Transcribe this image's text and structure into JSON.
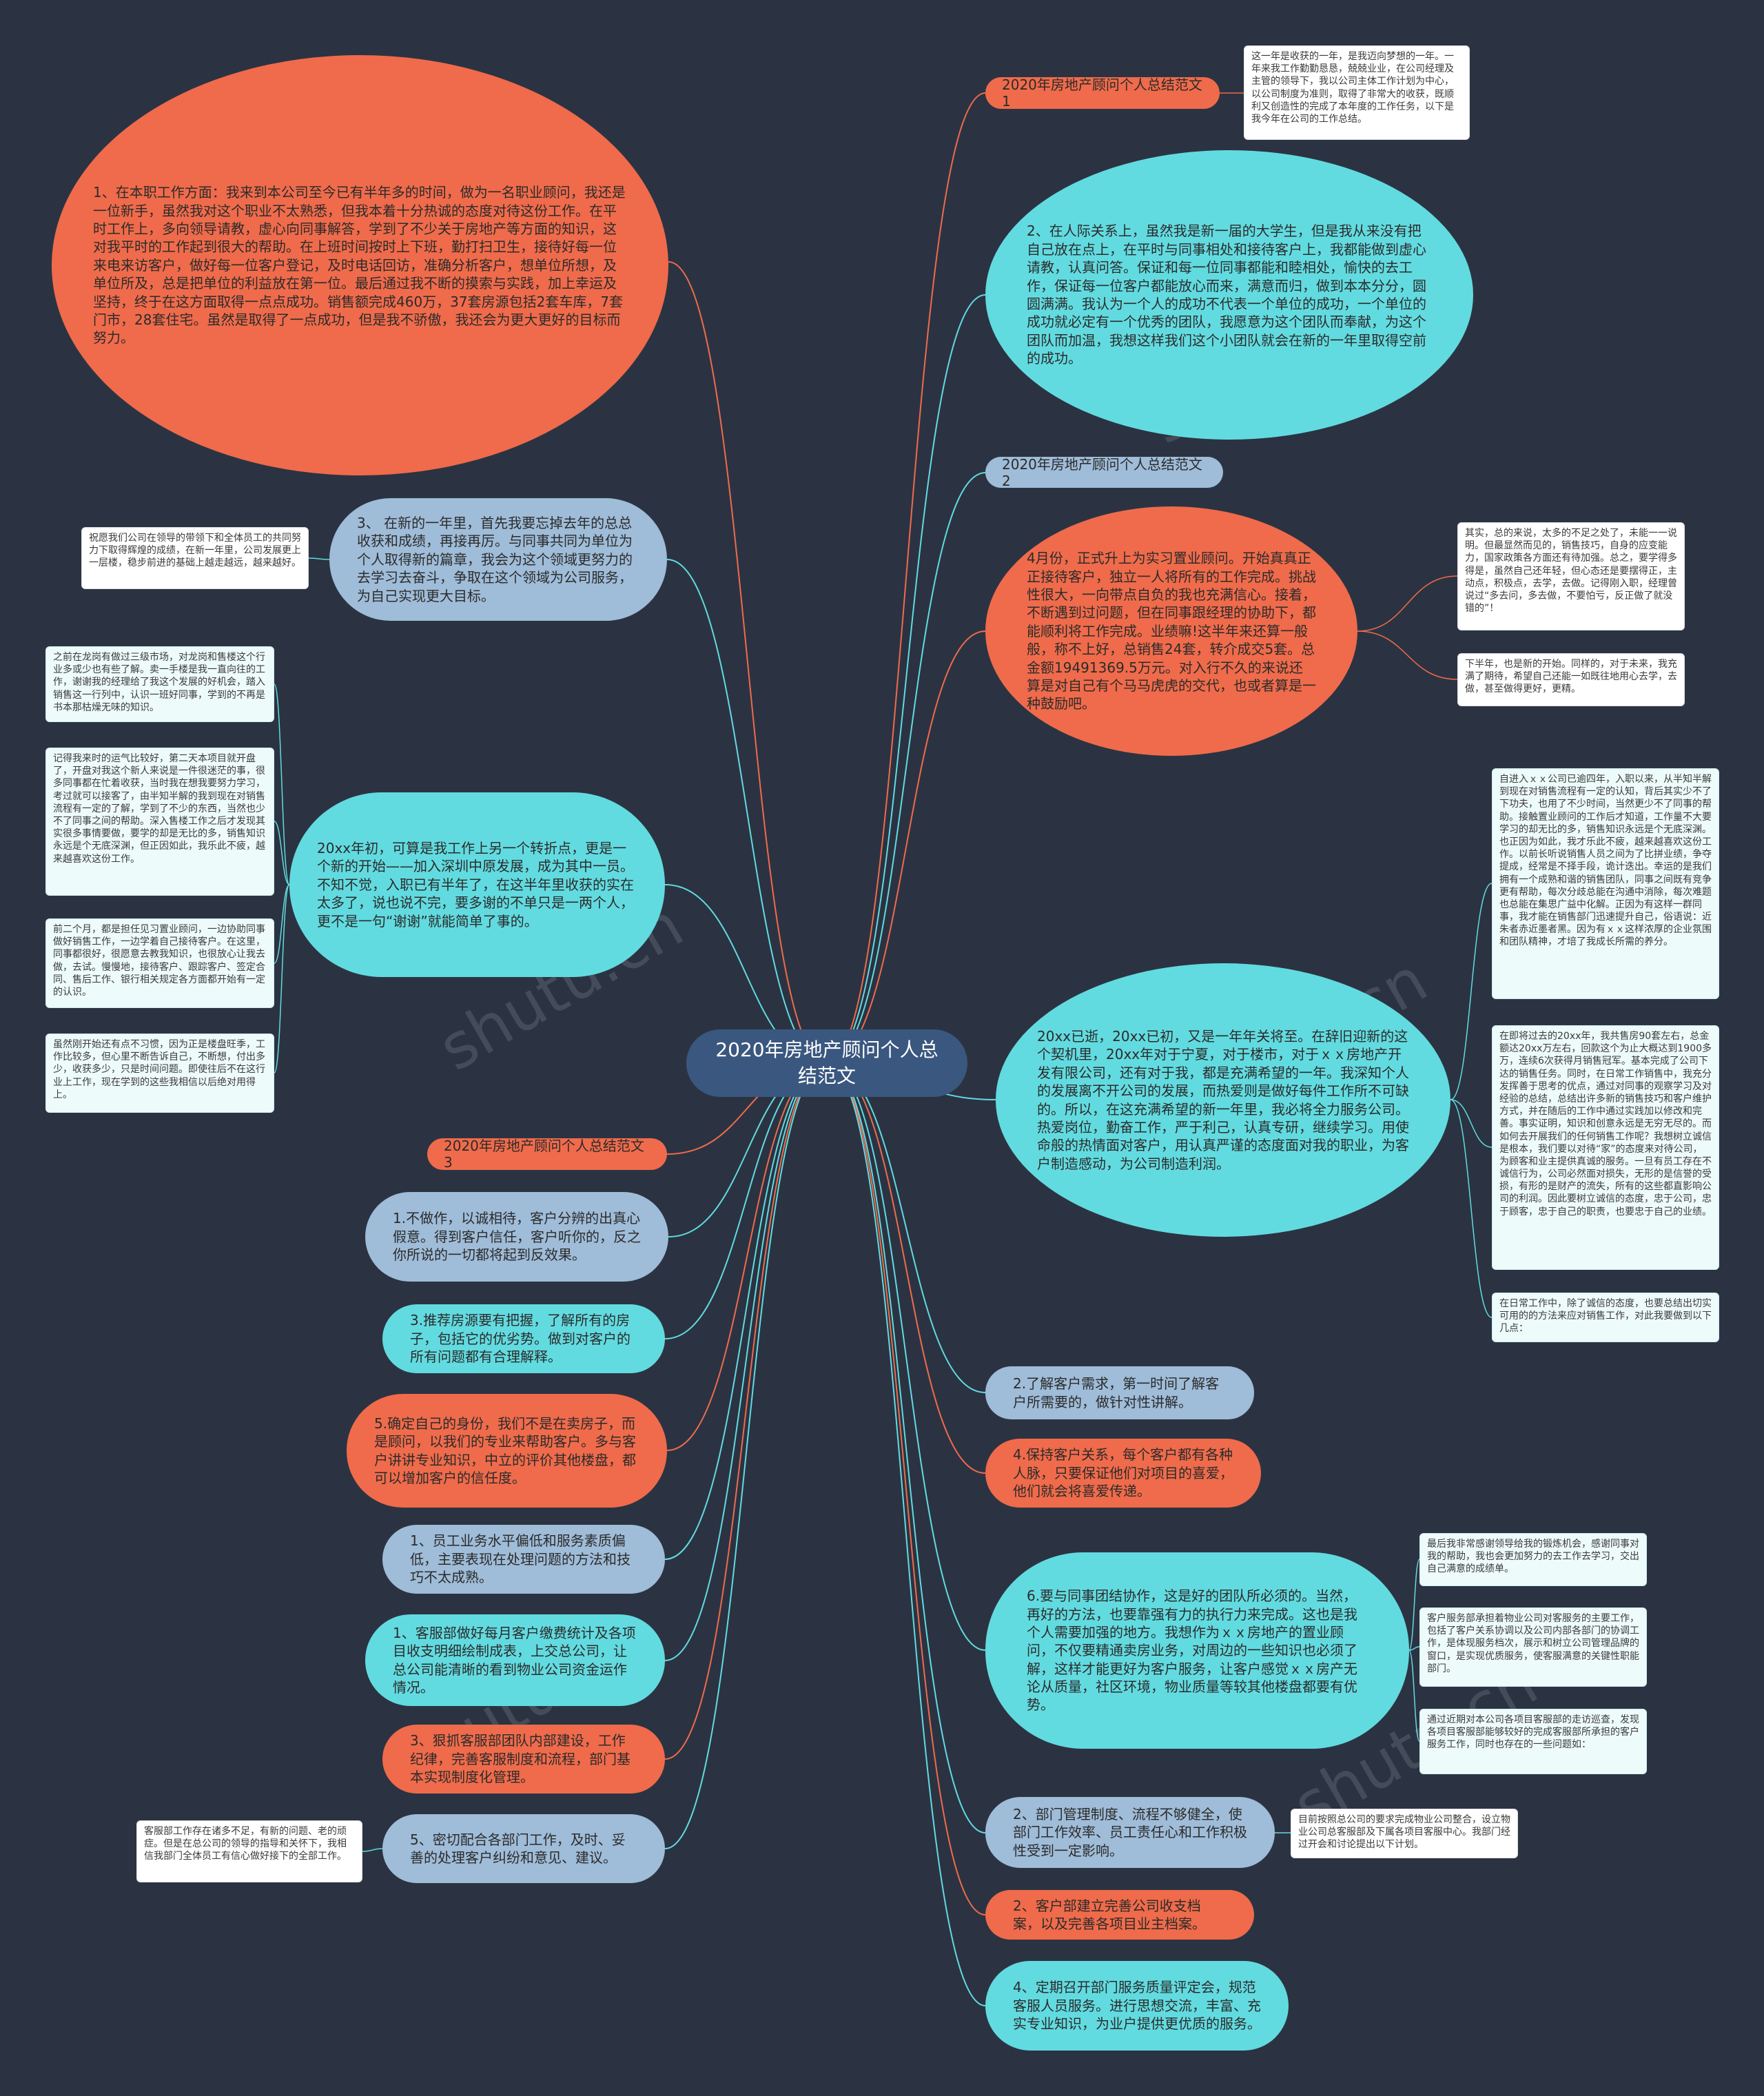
{
  "title": "2020年房地产顾问个人总结范文",
  "watermark": "shutu.cn",
  "colors": {
    "background": "#2b3342",
    "center": "#3a577f",
    "orange": "#ef6b4b",
    "cyan": "#62dbe0",
    "steel": "#9fbcd8",
    "link_orange": "#ef6b4b",
    "link_cyan": "#62dbe0"
  },
  "branches": {
    "b1": "2020年房地产顾问个人总结范文1",
    "b2": "2020年房地产顾问个人总结范文2",
    "b3": "2020年房地产顾问个人总结范文3"
  },
  "left": {
    "n1": "1、在本职工作方面：我来到本公司至今已有半年多的时间，做为一名职业顾问，我还是一位新手，虽然我对这个职业不太熟悉，但我本着十分热诚的态度对待这份工作。在平时工作上，多向领导请教，虚心向同事解答，学到了不少关于房地产等方面的知识，这对我平时的工作起到很大的帮助。在上班时间按时上下班，勤打扫卫生，接待好每一位来电来访客户，做好每一位客户登记，及时电话回访，准确分析客户，想单位所想，及单位所及，总是把单位的利益放在第一位。最后通过我不断的摸索与实践，加上幸运及坚持，终于在这方面取得一点点成功。销售额完成460万，37套房源包括2套车库，7套门市，28套住宅。虽然是取得了一点成功，但是我不骄傲，我还会为更大更好的目标而努力。",
    "n2": "3、 在新的一年里，首先我要忘掉去年的总总收获和成绩，再接再厉。与同事共同为单位为个人取得新的篇章，我会为这个领域更努力的去学习去奋斗，争取在这个领域为公司服务，为自己实现更大目标。",
    "n2_note": "祝愿我们公司在领导的带领下和全体员工的共同努力下取得辉煌的成绩，在新一年里，公司发展更上一层楼，稳步前进的基础上越走越远，越来越好。",
    "n3": "20xx年初，可算是我工作上另一个转折点，更是一个新的开始——加入深圳中原发展，成为其中一员。不知不觉，入职已有半年了，在这半年里收获的实在太多了，说也说不完，要多谢的不单只是一两个人，更不是一句“谢谢”就能简单了事的。",
    "n3_notes": [
      "之前在龙岗有做过三级市场，对龙岗和售楼这个行业多或少也有些了解。卖一手楼是我一直向往的工作，谢谢我的经理给了我这个发展的好机会，踏入销售这一行列中，认识一班好同事，学到的不再是书本那枯燥无味的知识。",
      "记得我来时的运气比较好，第二天本项目就开盘了，开盘对我这个新人来说是一件很迷茫的事，很多同事都在忙着收获，当时我在想我要努力学习，考过就可以接客了，由半知半解的我到现在对销售流程有一定的了解，学到了不少的东西，当然也少不了同事之间的帮助。深入售楼工作之后才发现其实很多事情要做，要学的却是无比的多，销售知识永远是个无底深渊，但正因如此，我乐此不疲，越来越喜欢这份工作。",
      "前二个月，都是担任见习置业顾问，一边协助同事做好销售工作，一边学着自己接待客户。在这里，同事都很好，很愿意去教我知识，也很放心让我去做，去试。慢慢地，接待客户、跟踪客户、签定合同、售后工作、银行相关规定各方面都开始有一定的认识。",
      "虽然刚开始还有点不习惯，因为正是楼盘旺季，工作比较多，但心里不断告诉自己，不断想，付出多少，收获多少，只是时间问题。即使往后不在这行业上工作，现在学到的这些我相信以后绝对用得上。"
    ],
    "n4": "1.不做作，以诚相待，客户分辨的出真心假意。得到客户信任，客户听你的，反之你所说的一切都将起到反效果。",
    "n5": "3.推荐房源要有把握，了解所有的房子，包括它的优劣势。做到对客户的所有问题都有合理解释。",
    "n6": "5.确定自己的身份，我们不是在卖房子，而是顾问，以我们的专业来帮助客户。多与客户讲讲专业知识，中立的评价其他楼盘，都可以增加客户的信任度。",
    "n7": "1、员工业务水平偏低和服务素质偏低，主要表现在处理问题的方法和技巧不太成熟。",
    "n8": "1、客服部做好每月客户缴费统计及各项目收支明细绘制成表，上交总公司，让总公司能清晰的看到物业公司资金运作情况。",
    "n9": "3、狠抓客服部团队内部建设，工作纪律，完善客服制度和流程，部门基本实现制度化管理。",
    "n10": "5、密切配合各部门工作，及时、妥善的处理客户纠纷和意见、建议。",
    "n10_note": "客服部工作存在诸多不足，有新的问题、老的顽症。但是在总公司的领导的指导和关怀下，我相信我部门全体员工有信心做好接下的全部工作。"
  },
  "right": {
    "r1_note": "这一年是收获的一年，是我迈向梦想的一年。一年来我工作勤勤恳恳，兢兢业业，在公司经理及主管的领导下，我以公司主体工作计划为中心，以公司制度为准则，取得了非常大的收获，既顺利又创造性的完成了本年度的工作任务，以下是我今年在公司的工作总结。",
    "r2": "2、在人际关系上，虽然我是新一届的大学生，但是我从来没有把自己放在点上，在平时与同事相处和接待客户上，我都能做到虚心请教，认真问答。保证和每一位同事都能和睦相处，愉快的去工作，保证每一位客户都能放心而来，满意而归，做到本本分分，圆圆满满。我认为一个人的成功不代表一个单位的成功，一个单位的成功就必定有一个优秀的团队，我愿意为这个团队而奉献，为这个团队而加温，我想这样我们这个小团队就会在新的一年里取得空前的成功。",
    "r3": "4月份，正式升上为实习置业顾问。开始真真正正接待客户，独立一人将所有的工作完成。挑战性很大，一向带点自负的我也充满信心。接着，不断遇到过问题，但在同事跟经理的协助下，都能顺利将工作完成。业绩嘛!这半年来还算一般般，称不上好，总销售24套，转介成交5套。总金额19491369.5万元。对入行不久的来说还算是对自己有个马马虎虎的交代，也或者算是一种鼓励吧。",
    "r3_notes": [
      "其实，总的来说，太多的不足之处了，未能一一说明。但最显然而见的，销售技巧，自身的应变能力，国家政策各方面还有待加强。总之，要学得多得是，虽然自己还年轻，但心态还是要摆得正，主动点，积极点，去学，去做。记得刚入职，经理曾说过“多去问，多去做，不要怕亏，反正做了就没错的”！",
      "下半年，也是新的开始。同样的，对于未来，我充满了期待，希望自己还能一如既往地用心去学，去做，甚至做得更好，更精。"
    ],
    "r4": "20xx已逝，20xx已初，又是一年年关将至。在辞旧迎新的这个契机里，20xx年对于宁夏，对于楼市，对于ｘｘ房地产开发有限公司，还有对于我，都是充满希望的一年。我深知个人的发展离不开公司的发展，而热爱则是做好每件工作所不可缺的。所以，在这充满希望的新一年里，我必将全力服务公司。热爱岗位，勤奋工作，严于利己，认真专研，继续学习。用使命般的热情面对客户，用认真严谨的态度面对我的职业，为客户制造感动，为公司制造利润。",
    "r4_notes": [
      "自进入ｘｘ公司已逾四年，入职以来，从半知半解到现在对销售流程有一定的认知，背后其实少不了下功夫，也用了不少时间，当然更少不了同事的帮助。接触置业顾问的工作后才知道，工作量不大要学习的却无比的多，销售知识永远是个无底深渊。也正因为如此，我才乐此不疲，越来越喜欢这份工作。以前长听说销售人员之间为了比拼业绩，争夺提成，经常是不择手段，诡计迭出。幸运的是我们拥有一个成熟和谐的销售团队，同事之间既有竞争更有帮助，每次分歧总能在沟通中消除，每次难题也总能在集思广益中化解。正因为有这样一群同事，我才能在销售部门迅速提升自己，俗语说：近朱者赤近墨者黑。因为有ｘｘ这样浓厚的企业氛围和团队精神，才培了我成长所需的养分。",
      "在即将过去的20xx年，我共售房90套左右，总金额达20xx万左右，回款这个为止大概达到1900多万，连续6次获得月销售冠军。基本完成了公司下达的销售任务。同时，在日常工作销售中，我充分发挥善于思考的优点，通过对同事的观察学习及对经验的总结，总结出许多新的销售技巧和客户维护方式，并在随后的工作中通过实践加以修改和完善。事实证明，知识和创意永远是无穷无尽的。而如何去开展我们的任何销售工作呢？我想树立诚信是根本，我们要以对待“家”的态度来对待公司，为顾客和业主提供真诚的服务。一旦有员工存在不诚信行为，公司必然面对损失，无形的是信誉的受损，有形的是财产的流失，所有的这些都直影响公司的利润。因此要树立诚信的态度，忠于公司，忠于顾客，忠于自己的职责，也要忠于自己的业绩。",
      "在日常工作中，除了诚信的态度，也要总结出切实可用的的方法来应对销售工作，对此我要做到以下几点："
    ],
    "r5": "2.了解客户需求，第一时间了解客户所需要的，做针对性讲解。",
    "r6": "4.保持客户关系，每个客户都有各种人脉，只要保证他们对项目的喜爱，他们就会将喜爱传递。",
    "r7": "6.要与同事团结协作，这是好的团队所必须的。当然，再好的方法，也要靠强有力的执行力来完成。这也是我个人需要加强的地方。我想作为ｘｘ房地产的置业顾问，不仅要精通卖房业务，对周边的一些知识也必须了解，这样才能更好为客户服务，让客户感觉ｘｘ房产无论从质量，社区环境，物业质量等较其他楼盘都要有优势。",
    "r7_notes": [
      "最后我非常感谢领导给我的锻炼机会，感谢同事对我的帮助，我也会更加努力的去工作去学习，交出自己满意的成绩单。",
      "客户服务部承担着物业公司对客服务的主要工作，包括了客户关系协调以及公司内部各部门的协调工作，是体现服务档次，展示和树立公司管理品牌的窗口，是实现优质服务，使客服满意的关键性职能部门。",
      "通过近期对本公司各项目客服部的走访巡查，发现各项目客服部能够较好的完成客服部所承担的客户服务工作，同时也存在的一些问题如："
    ],
    "r8": "2、部门管理制度、流程不够健全，使部门工作效率、员工责任心和工作积极性受到一定影响。",
    "r8_note": "目前按照总公司的要求完成物业公司整合，设立物业公司总客服部及下属各项目客服中心。我部门经过开会和讨论提出以下计划。",
    "r9": "2、客户部建立完善公司收支档案，以及完善各项目业主档案。",
    "r10": "4、定期召开部门服务质量评定会，规范客服人员服务。进行思想交流，丰富、充实专业知识，为业户提供更优质的服务。"
  }
}
